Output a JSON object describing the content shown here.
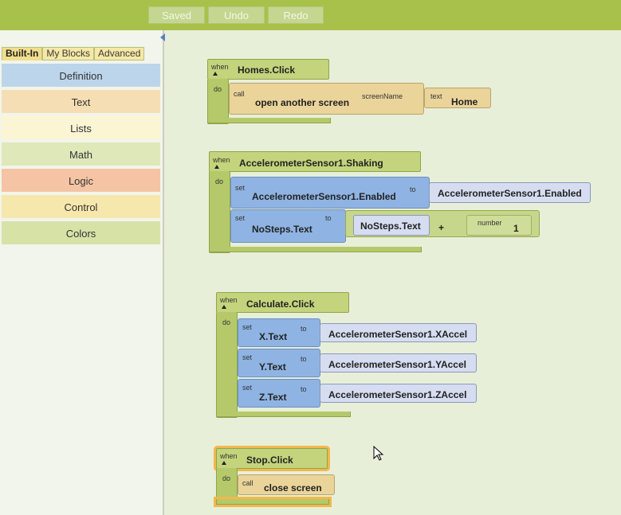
{
  "toolbar": {
    "saved": "Saved",
    "undo": "Undo",
    "redo": "Redo"
  },
  "sidebar": {
    "tabs": [
      "Built-In",
      "My Blocks",
      "Advanced"
    ],
    "drawers": [
      "Definition",
      "Text",
      "Lists",
      "Math",
      "Logic",
      "Control",
      "Colors"
    ],
    "drawer_colors": [
      "#bcd5ea",
      "#f6deb4",
      "#fbf5d4",
      "#dfe8b9",
      "#f4c4a4",
      "#f6e7ad",
      "#d7e2a6"
    ]
  },
  "blocks": {
    "b1": {
      "when": "when",
      "event": "Homes.Click",
      "do": "do",
      "call": "call",
      "proc": "open another screen",
      "arg": "screenName",
      "text_lbl": "text",
      "text_val": "Home"
    },
    "b2": {
      "when": "when",
      "event": "AccelerometerSensor1.Shaking",
      "do": "do",
      "set1": "set",
      "target1": "AccelerometerSensor1.Enabled",
      "to1": "to",
      "value1": "AccelerometerSensor1.Enabled",
      "set2": "set",
      "target2": "NoSteps.Text",
      "to2": "to",
      "value2": "NoSteps.Text",
      "op": "+",
      "num_lbl": "number",
      "num_val": "1"
    },
    "b3": {
      "when": "when",
      "event": "Calculate.Click",
      "do": "do",
      "rows": [
        {
          "set": "set",
          "target": "X.Text",
          "to": "to",
          "value": "AccelerometerSensor1.XAccel"
        },
        {
          "set": "set",
          "target": "Y.Text",
          "to": "to",
          "value": "AccelerometerSensor1.YAccel"
        },
        {
          "set": "set",
          "target": "Z.Text",
          "to": "to",
          "value": "AccelerometerSensor1.ZAccel"
        }
      ]
    },
    "b4": {
      "when": "when",
      "event": "Stop.Click",
      "do": "do",
      "call": "call",
      "proc": "close screen"
    }
  }
}
